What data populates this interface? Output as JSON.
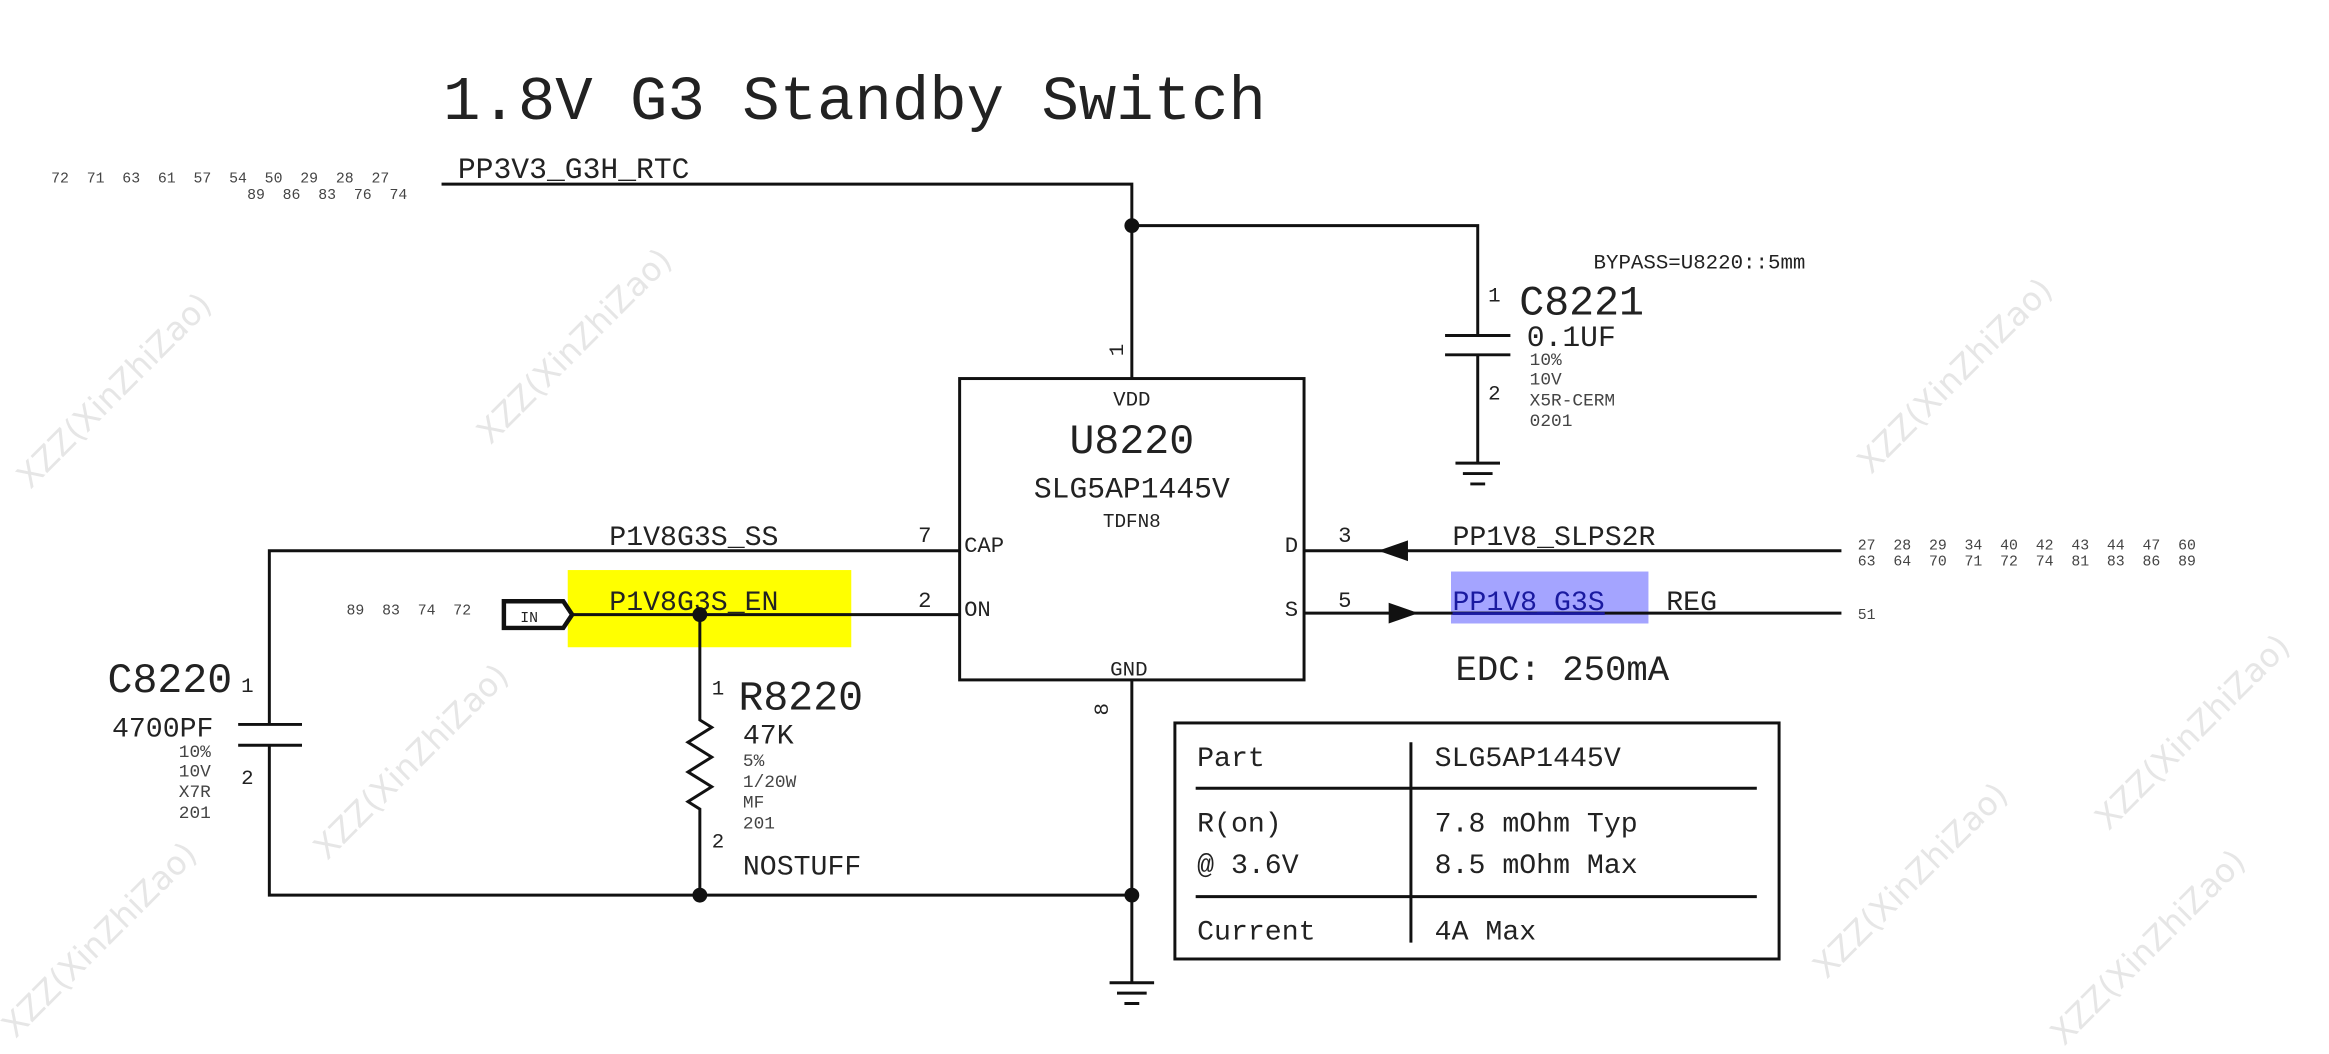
{
  "title": "1.8V G3 Standby Switch",
  "watermark": "XZZ(XinZhiZao)",
  "nets": {
    "rtc": {
      "name": "PP3V3_G3H_RTC",
      "refs_row1": "72  71  63  61  57  54  50  29  28  27",
      "refs_row2": "89  86  83  76  74"
    },
    "ss": {
      "name": "P1V8G3S_SS"
    },
    "en": {
      "name": "P1V8G3S_EN",
      "refs": "89  83  74  72",
      "flag": "IN"
    },
    "slps2r": {
      "name": "PP1V8_SLPS2R",
      "refs_row1": "27  28  29  34  40  42  43  44  47  60",
      "refs_row2": "63  64  70  71  72  74  81  83  86  89"
    },
    "g3s": {
      "name": "PP1V8_G3S",
      "suffix": "REG",
      "refs": "51",
      "edc": "EDC: 250mA"
    }
  },
  "u8220": {
    "ref": "U8220",
    "part": "SLG5AP1445V",
    "package": "TDFN8",
    "pins": {
      "vdd": "VDD",
      "gnd": "GND",
      "cap": "CAP",
      "on": "ON",
      "d": "D",
      "s": "S",
      "vdd_num": "1",
      "gnd_num": "8",
      "cap_num": "7",
      "on_num": "2",
      "d_num": "3",
      "s_num": "5"
    }
  },
  "c8221": {
    "ref": "C8221",
    "value": "0.1UF",
    "tol": "10%",
    "voltage": "10V",
    "dielectric": "X5R-CERM",
    "size": "0201",
    "pin1": "1",
    "pin2": "2",
    "note": "BYPASS=U8220::5mm"
  },
  "c8220": {
    "ref": "C8220",
    "value": "4700PF",
    "tol": "10%",
    "voltage": "10V",
    "dielectric": "X7R",
    "size": "201",
    "pin1": "1",
    "pin2": "2"
  },
  "r8220": {
    "ref": "R8220",
    "value": "47K",
    "tol": "5%",
    "power": "1/20W",
    "type": "MF",
    "size": "201",
    "pin1": "1",
    "pin2": "2",
    "stuff": "NOSTUFF"
  },
  "table": {
    "header": [
      "Part",
      "SLG5AP1445V"
    ],
    "ron_label": [
      "R(on)",
      "@ 3.6V"
    ],
    "ron_value": [
      "7.8 mOhm Typ",
      "8.5 mOhm Max"
    ],
    "current": [
      "Current",
      "4A Max"
    ]
  },
  "colors": {
    "highlight_yellow": "#ffff00",
    "highlight_blue": "#a4a4ff",
    "net_blue": "#1a1aa0"
  }
}
